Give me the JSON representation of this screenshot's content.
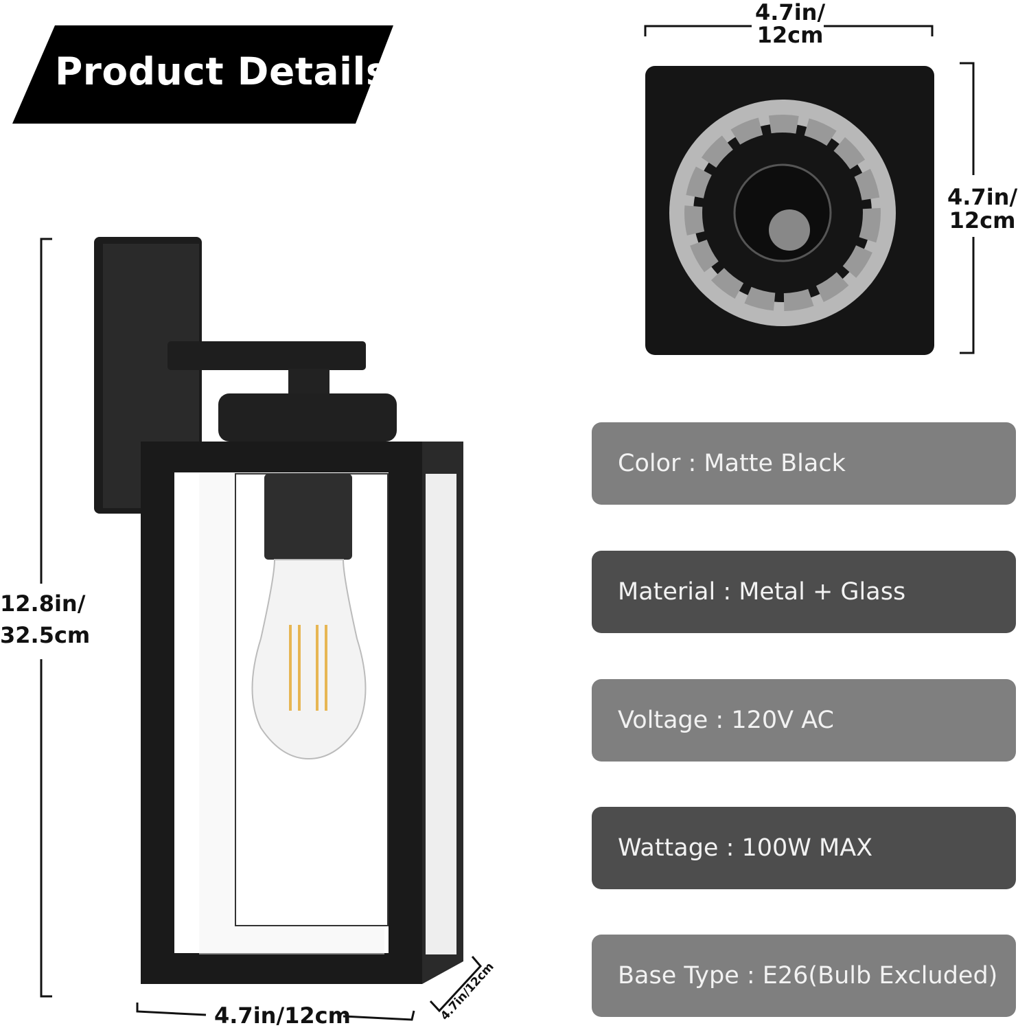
{
  "title": "Product Details",
  "dimensions": {
    "height": "12.8in/\n32.5cm",
    "height_line1": "12.8in/",
    "height_line2": "32.5cm",
    "width": "4.7in/12cm",
    "depth": "4.7in/12cm",
    "base_width_line1": "4.7in/",
    "base_width_line2": "12cm",
    "base_height_line1": "4.7in/",
    "base_height_line2": "12cm"
  },
  "specs": [
    {
      "label": "Color : Matte Black",
      "tone": "light"
    },
    {
      "label": "Material : Metal + Glass",
      "tone": "dark"
    },
    {
      "label": "Voltage : 120V AC",
      "tone": "light"
    },
    {
      "label": "Wattage : 100W MAX",
      "tone": "dark"
    },
    {
      "label": "Base Type : E26(Bulb Excluded)",
      "tone": "light"
    }
  ],
  "colors": {
    "light_box": "#7f7f7f",
    "dark_box": "#4d4d4d",
    "banner": "#000000"
  }
}
